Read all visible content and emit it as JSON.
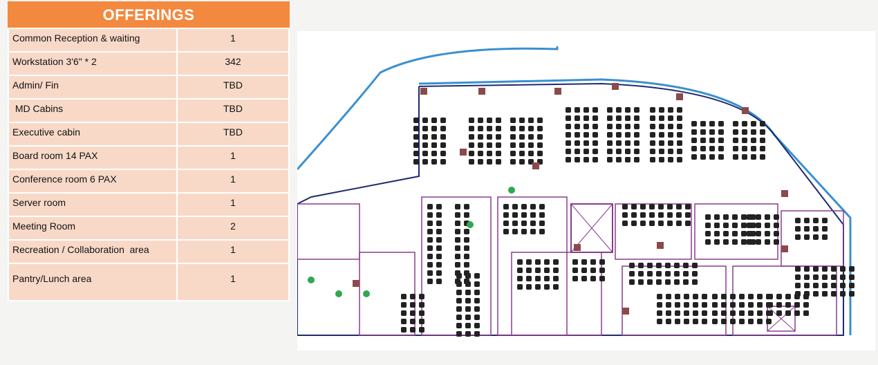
{
  "offerings": {
    "title": "OFFERINGS",
    "rows": [
      {
        "name": "Common Reception & waiting",
        "value": "1"
      },
      {
        "name": "Workstation 3'6\" * 2",
        "value": "342"
      },
      {
        "name": "Admin/ Fin",
        "value": "TBD"
      },
      {
        "name": " MD Cabins",
        "value": "TBD"
      },
      {
        "name": "Executive cabin",
        "value": "TBD"
      },
      {
        "name": "Board room 14 PAX",
        "value": "1"
      },
      {
        "name": "Conference room 6 PAX",
        "value": "1"
      },
      {
        "name": "Server room",
        "value": "1"
      },
      {
        "name": "Meeting Room",
        "value": "2"
      },
      {
        "name": "Recreation / Collaboration  area",
        "value": "1"
      },
      {
        "name": "Pantry/Lunch area",
        "value": "1"
      }
    ]
  },
  "floor_plan": {
    "colors": {
      "facade": "#3a8fd0",
      "walls": "#8a3b8f",
      "desk": "#222222",
      "accent": "#e23b3b",
      "plant": "#2fa84f"
    }
  }
}
